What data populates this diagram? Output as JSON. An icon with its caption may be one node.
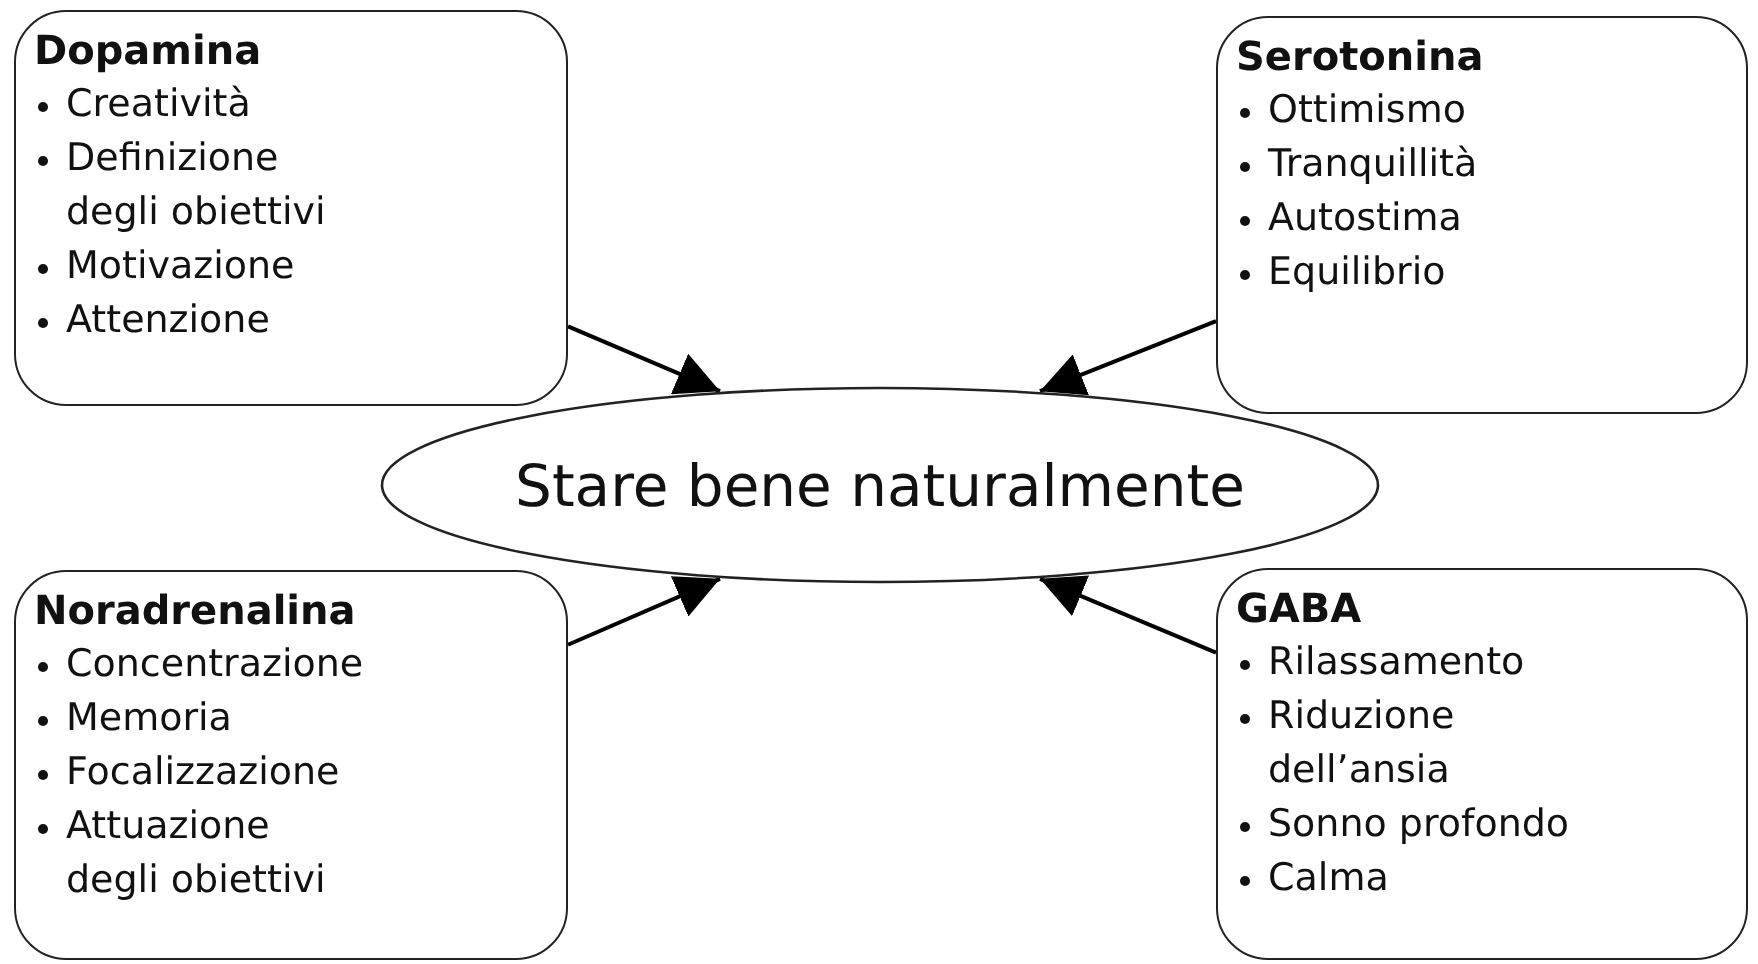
{
  "diagram": {
    "nodes": [
      {
        "text": [
          "Dopamina",
          "Creatività",
          "Definizione degli obiettivi",
          "Motivazione",
          "Attenzione"
        ]
      },
      {
        "text": [
          "Serotonina",
          "Ottimismo",
          "Tranquillità",
          "Autostima",
          "Equilibrio"
        ]
      },
      {
        "text": [
          "Stare bene naturalmente"
        ]
      },
      {
        "text": [
          "Noradrenalina",
          "Concentrazione",
          "Memoria",
          "Focalizzazione",
          "Attuazione degli obiettivi"
        ]
      },
      {
        "text": [
          "GABA",
          "Rilassamento",
          "Riduzione dell’ansia",
          "Sonno profondo",
          "Calma"
        ]
      }
    ],
    "edges": [
      {
        "from": 0,
        "to": 2,
        "arrow": "to"
      },
      {
        "from": 1,
        "to": 2,
        "arrow": "to"
      },
      {
        "from": 3,
        "to": 2,
        "arrow": "to"
      },
      {
        "from": 4,
        "to": 2,
        "arrow": "to"
      }
    ]
  }
}
